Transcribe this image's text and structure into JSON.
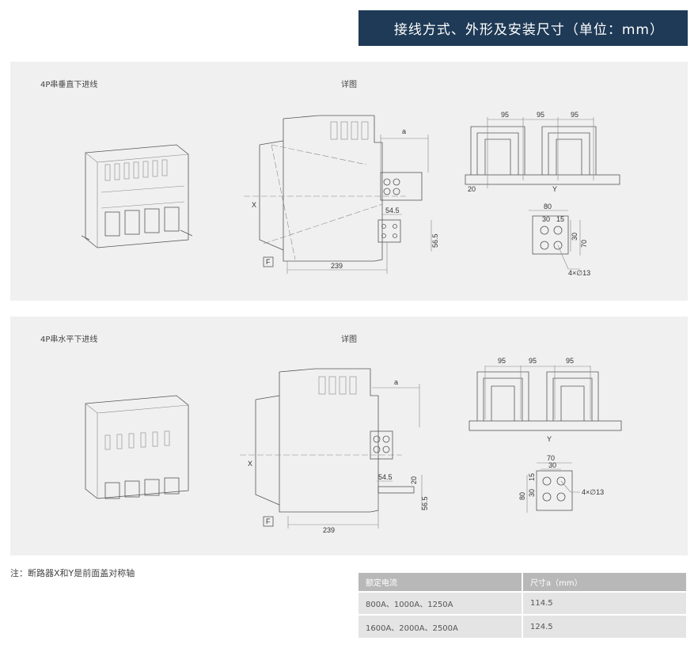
{
  "header": {
    "title": "接线方式、外形及安装尺寸（单位：mm）"
  },
  "sections": [
    {
      "title": "4P串垂直下进线",
      "detail_label": "详图",
      "dims": {
        "a": "a",
        "w54": "54.5",
        "h56": "56.5",
        "w239": "239",
        "x": "X",
        "f": "F",
        "y": "Y",
        "p95": "95",
        "d20": "20",
        "d80": "80",
        "d30": "30",
        "d15": "15",
        "d70": "70",
        "holes": "4×∅13",
        "v30": "30"
      }
    },
    {
      "title": "4P串水平下进线",
      "detail_label": "详图",
      "dims": {
        "a": "a",
        "w54": "54.5",
        "h56": "56.5",
        "w239": "239",
        "x": "X",
        "f": "F",
        "y": "Y",
        "p95": "95",
        "d20": "20",
        "d80": "80",
        "d30": "30",
        "d15": "15",
        "d70": "70",
        "holes": "4×∅13",
        "v30": "30"
      }
    }
  ],
  "note": "注：断路器X和Y是前面盖对称轴",
  "table": {
    "headers": [
      "额定电流",
      "尺寸a（mm）"
    ],
    "rows": [
      [
        "800A、1000A、1250A",
        "114.5"
      ],
      [
        "1600A、2000A、2500A",
        "124.5"
      ]
    ]
  }
}
